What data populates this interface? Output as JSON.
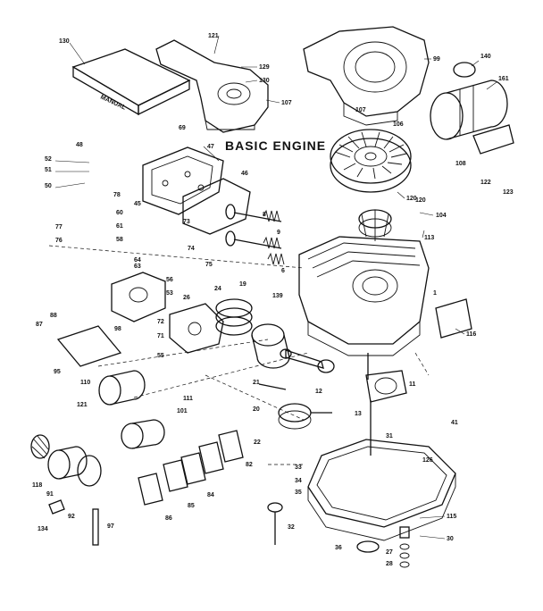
{
  "title": "BASIC ENGINE",
  "manual_label": "MANUAL",
  "callouts": [
    {
      "id": "c130a",
      "text": "130"
    },
    {
      "id": "c121",
      "text": "121"
    },
    {
      "id": "c129",
      "text": "129"
    },
    {
      "id": "c130b",
      "text": "130"
    },
    {
      "id": "c107a",
      "text": "107"
    },
    {
      "id": "c99",
      "text": "99"
    },
    {
      "id": "c140",
      "text": "140"
    },
    {
      "id": "c161",
      "text": "161"
    },
    {
      "id": "c107b",
      "text": "107"
    },
    {
      "id": "c106",
      "text": "106"
    },
    {
      "id": "c69",
      "text": "69"
    },
    {
      "id": "c47",
      "text": "47"
    },
    {
      "id": "c120a",
      "text": "120"
    },
    {
      "id": "c108",
      "text": "108"
    },
    {
      "id": "c122a",
      "text": "122"
    },
    {
      "id": "c123",
      "text": "123"
    },
    {
      "id": "c48",
      "text": "48"
    },
    {
      "id": "c52",
      "text": "52"
    },
    {
      "id": "c51",
      "text": "51"
    },
    {
      "id": "c50",
      "text": "50"
    },
    {
      "id": "c78",
      "text": "78"
    },
    {
      "id": "c46",
      "text": "46"
    },
    {
      "id": "c45",
      "text": "45"
    },
    {
      "id": "c120b",
      "text": "120"
    },
    {
      "id": "c104",
      "text": "104"
    },
    {
      "id": "c113",
      "text": "113"
    },
    {
      "id": "c77",
      "text": "77"
    },
    {
      "id": "c76",
      "text": "76"
    },
    {
      "id": "c73",
      "text": "73"
    },
    {
      "id": "c74",
      "text": "74"
    },
    {
      "id": "c60",
      "text": "60"
    },
    {
      "id": "c61",
      "text": "61"
    },
    {
      "id": "c58",
      "text": "58"
    },
    {
      "id": "c56",
      "text": "56"
    },
    {
      "id": "c53",
      "text": "53"
    },
    {
      "id": "c63",
      "text": "63"
    },
    {
      "id": "c64",
      "text": "64"
    },
    {
      "id": "c75",
      "text": "75"
    },
    {
      "id": "c24",
      "text": "24"
    },
    {
      "id": "c19",
      "text": "19"
    },
    {
      "id": "c139",
      "text": "139"
    },
    {
      "id": "c1",
      "text": "1"
    },
    {
      "id": "c26",
      "text": "26"
    },
    {
      "id": "c116",
      "text": "116"
    },
    {
      "id": "c87",
      "text": "87"
    },
    {
      "id": "c88",
      "text": "88"
    },
    {
      "id": "c98",
      "text": "98"
    },
    {
      "id": "c72",
      "text": "72"
    },
    {
      "id": "c71",
      "text": "71"
    },
    {
      "id": "c55",
      "text": "55"
    },
    {
      "id": "c95",
      "text": "95"
    },
    {
      "id": "c110",
      "text": "110"
    },
    {
      "id": "c121b",
      "text": "121"
    },
    {
      "id": "c111",
      "text": "111"
    },
    {
      "id": "c101",
      "text": "101"
    },
    {
      "id": "c118",
      "text": "118"
    },
    {
      "id": "c91",
      "text": "91"
    },
    {
      "id": "c92",
      "text": "92"
    },
    {
      "id": "c134",
      "text": "134"
    },
    {
      "id": "c97",
      "text": "97"
    },
    {
      "id": "c86",
      "text": "86"
    },
    {
      "id": "c85",
      "text": "85"
    },
    {
      "id": "c84",
      "text": "84"
    },
    {
      "id": "c82",
      "text": "82"
    },
    {
      "id": "c33",
      "text": "33"
    },
    {
      "id": "c34",
      "text": "34"
    },
    {
      "id": "c35",
      "text": "35"
    },
    {
      "id": "c32",
      "text": "32"
    },
    {
      "id": "c36",
      "text": "36"
    },
    {
      "id": "c27",
      "text": "27"
    },
    {
      "id": "c28",
      "text": "28"
    },
    {
      "id": "c30",
      "text": "30"
    },
    {
      "id": "c126",
      "text": "126"
    },
    {
      "id": "c31",
      "text": "31"
    },
    {
      "id": "c11",
      "text": "11"
    },
    {
      "id": "c13",
      "text": "13"
    },
    {
      "id": "c22",
      "text": "22"
    },
    {
      "id": "c21",
      "text": "21"
    },
    {
      "id": "c20",
      "text": "20"
    },
    {
      "id": "c12",
      "text": "12"
    },
    {
      "id": "c41",
      "text": "41"
    },
    {
      "id": "c115",
      "text": "115"
    },
    {
      "id": "c8",
      "text": "8"
    },
    {
      "id": "c9",
      "text": "9"
    },
    {
      "id": "c6",
      "text": "6"
    }
  ],
  "title_color": "#111111"
}
